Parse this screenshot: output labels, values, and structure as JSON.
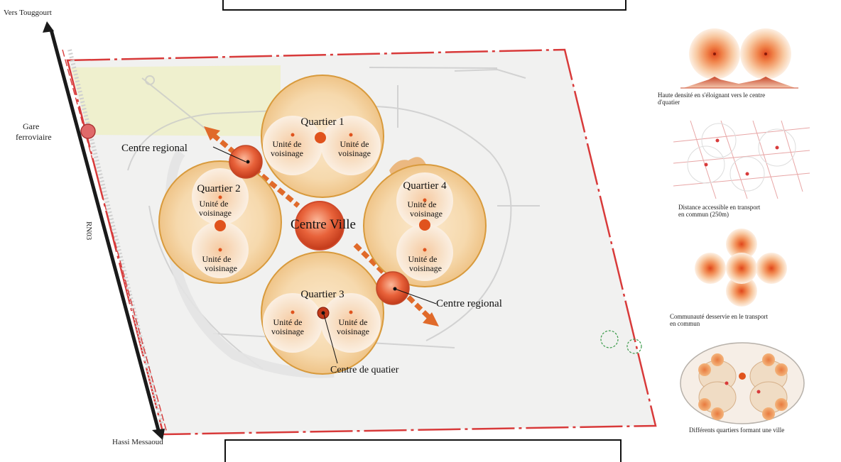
{
  "road": {
    "top_label": "Vers  Touggourt",
    "bottom_label": "Hassi  Messaoud",
    "route_label": "RN03"
  },
  "station": {
    "label_line1": "Gare",
    "label_line2": "ferroviaire"
  },
  "center": {
    "label": "Centre Ville"
  },
  "regional": {
    "label_left": "Centre regional",
    "label_right": "Centre regional"
  },
  "quarters": {
    "q1": {
      "title": "Quartier 1",
      "unit_left": [
        "Unité de",
        "voisinage"
      ],
      "unit_right": [
        "Unité de",
        "voisinage"
      ]
    },
    "q2": {
      "title": "Quartier 2",
      "unit_top": [
        "Unité de",
        "voisinage"
      ],
      "unit_bottom": [
        "Unité de",
        "voisinage"
      ]
    },
    "q3": {
      "title": "Quartier 3",
      "unit_left": [
        "Unité de",
        "voisinage"
      ],
      "unit_right": [
        "Unité de",
        "voisinage"
      ]
    },
    "q4": {
      "title": "Quartier 4",
      "unit_top": [
        "Unité de",
        "voisinage"
      ],
      "unit_bottom": [
        "Unité de",
        "voisinage"
      ]
    }
  },
  "quarter_center": {
    "label": "Centre de quatier"
  },
  "legend": [
    {
      "caption_1": "Haute densité en s'éloignant vers le centre",
      "caption_2": "d'quatier"
    },
    {
      "caption_1": "Distance accessible en transport",
      "caption_2": "en commun (250m)"
    },
    {
      "caption_1": "Communauté desservie en le transport",
      "caption_2": "en commun"
    },
    {
      "caption_1": "Différents quartiers formant une ville",
      "caption_2": ""
    }
  ],
  "colors": {
    "site_border": "#d83a3a",
    "road": "#1a1a1a",
    "quarter_fill": "#f4d2a2",
    "quarter_stroke": "#d89a3c",
    "node": "#e0531d",
    "axis": "#e06a2a"
  }
}
